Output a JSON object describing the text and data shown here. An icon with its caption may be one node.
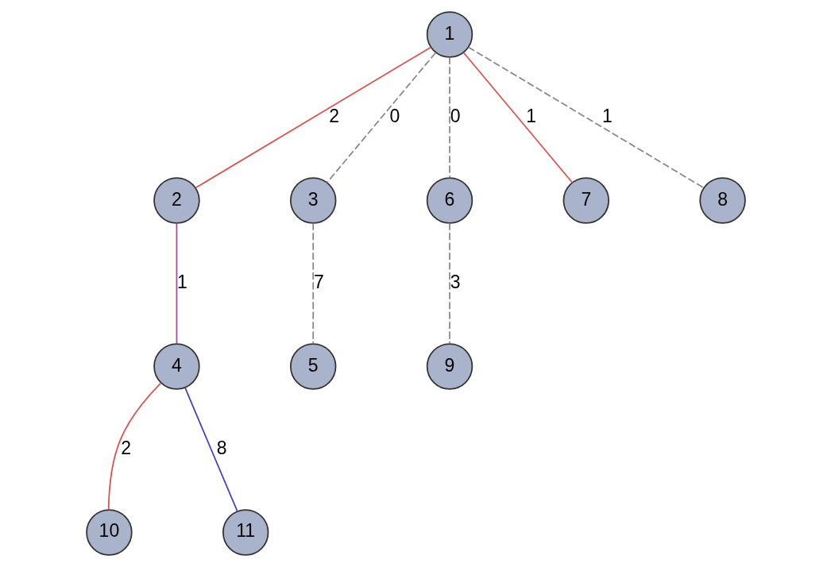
{
  "diagram": {
    "nodes": [
      {
        "text": [
          "1"
        ]
      },
      {
        "text": [
          "2"
        ]
      },
      {
        "text": [
          "3"
        ]
      },
      {
        "text": [
          "6"
        ]
      },
      {
        "text": [
          "7"
        ]
      },
      {
        "text": [
          "8"
        ]
      },
      {
        "text": [
          "4"
        ]
      },
      {
        "text": [
          "5"
        ]
      },
      {
        "text": [
          "9"
        ]
      },
      {
        "text": [
          "10"
        ]
      },
      {
        "text": [
          "11"
        ]
      }
    ],
    "edges": [
      {
        "from": 0,
        "to": 1,
        "arrow": "none",
        "label": "2",
        "color": "#d9534f"
      },
      {
        "from": 0,
        "to": 2,
        "arrow": "none",
        "label": "0",
        "style": "dashed"
      },
      {
        "from": 0,
        "to": 3,
        "arrow": "none",
        "label": "0",
        "style": "dashed"
      },
      {
        "from": 0,
        "to": 4,
        "arrow": "none",
        "label": "1",
        "color": "#d9534f"
      },
      {
        "from": 0,
        "to": 5,
        "arrow": "none",
        "label": "1",
        "style": "dashed"
      },
      {
        "from": 1,
        "to": 6,
        "arrow": "none",
        "label": "1",
        "color": "#9b4f9b"
      },
      {
        "from": 2,
        "to": 7,
        "arrow": "none",
        "label": "7",
        "style": "dashed"
      },
      {
        "from": 3,
        "to": 8,
        "arrow": "none",
        "label": "3",
        "style": "dashed"
      },
      {
        "from": 6,
        "to": 9,
        "arrow": "none",
        "label": "2",
        "color": "#d9534f"
      },
      {
        "from": 6,
        "to": 10,
        "arrow": "none",
        "label": "8",
        "color": "#4040c0"
      }
    ]
  }
}
